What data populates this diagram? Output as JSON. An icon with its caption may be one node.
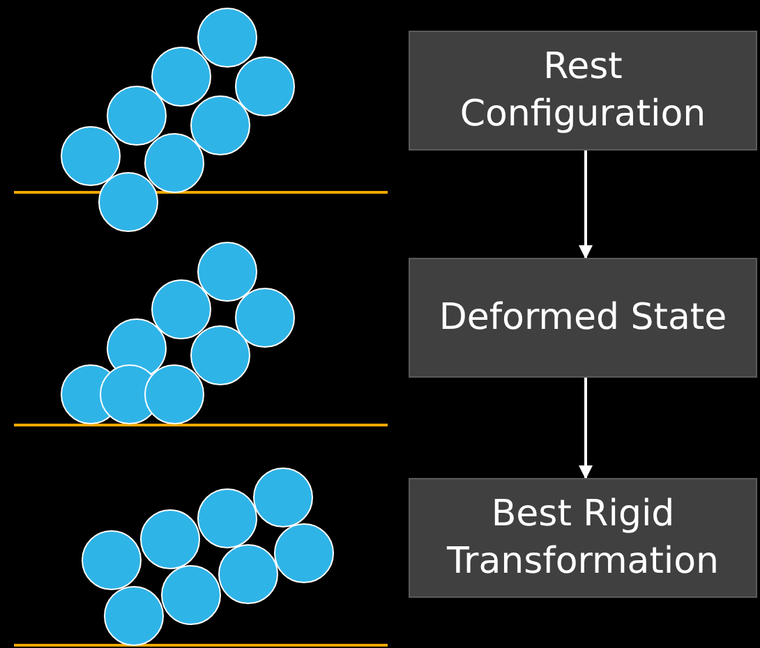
{
  "diagram": {
    "nodes": [
      {
        "text": [
          "Rest Configuration"
        ]
      },
      {
        "text": [
          "Deformed State"
        ]
      },
      {
        "text": [
          "Best Rigid Transformation"
        ]
      }
    ],
    "edges": [
      {
        "from": 0,
        "to": 1,
        "arrow": "to"
      },
      {
        "from": 1,
        "to": 2,
        "arrow": "to"
      }
    ]
  }
}
